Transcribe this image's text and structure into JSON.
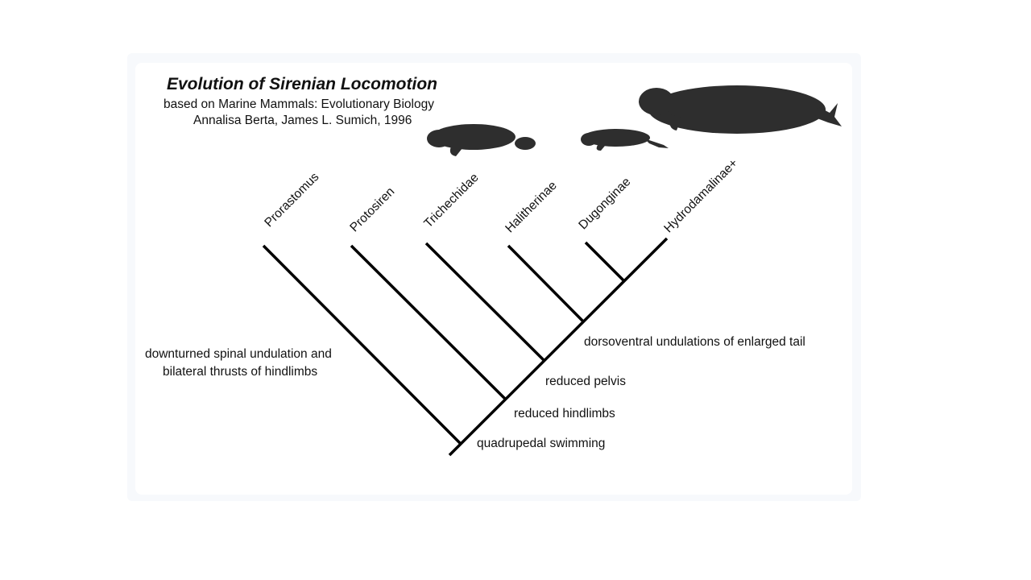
{
  "header": {
    "title": "Evolution of Sirenian Locomotion",
    "source_line1": "based on Marine Mammals: Evolutionary Biology",
    "source_line2": "Annalisa Berta, James L. Sumich, 1996"
  },
  "taxa": [
    "Prorastomus",
    "Protosiren",
    "Trichechidae",
    "Halitherinae",
    "Dugonginae",
    "Hydrodamalinae+"
  ],
  "characters": {
    "spinal_1": "downturned spinal undulation and",
    "spinal_2": "bilateral thrusts of hindlimbs",
    "dorsoventral": "dorsoventral undulations of enlarged tail",
    "pelvis": "reduced pelvis",
    "hindlimbs": "reduced hindlimbs",
    "quadrupedal": "quadrupedal swimming"
  },
  "silhouettes": [
    "manatee-silhouette",
    "dugong-silhouette",
    "stellers-sea-cow-silhouette"
  ],
  "colors": {
    "line": "#000000",
    "silhouette": "#2e2e2e",
    "text": "#111111"
  }
}
